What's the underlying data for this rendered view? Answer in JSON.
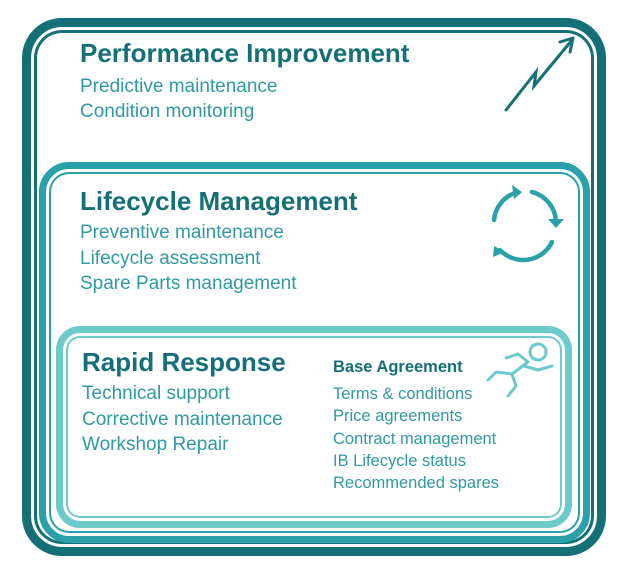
{
  "colors": {
    "dark_teal": "#156f76",
    "mid_teal": "#2aa0a8",
    "light_teal": "#6ccaca",
    "text_teal": "#2f9aa2"
  },
  "performance": {
    "title": "Performance Improvement",
    "items": [
      "Predictive maintenance",
      "Condition monitoring"
    ],
    "icon": "zigzag-arrow-icon"
  },
  "lifecycle": {
    "title": "Lifecycle Management",
    "items": [
      "Preventive maintenance",
      "Lifecycle assessment",
      "Spare Parts management"
    ],
    "icon": "cycle-arrows-icon"
  },
  "rapid": {
    "title": "Rapid Response",
    "items": [
      "Technical support",
      "Corrective maintenance",
      "Workshop Repair"
    ],
    "icon": "running-person-icon"
  },
  "base_agreement": {
    "title": "Base Agreement",
    "items": [
      "Terms & conditions",
      "Price agreements",
      "Contract management",
      "IB Lifecycle status",
      "Recommended spares"
    ]
  }
}
